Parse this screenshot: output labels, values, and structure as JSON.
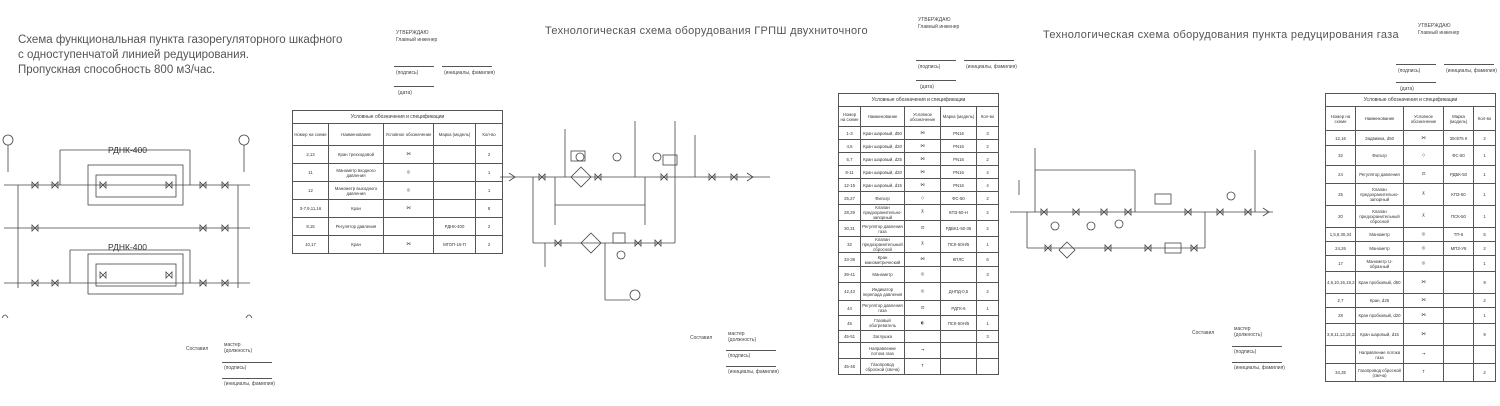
{
  "sheet1": {
    "title_lines": [
      "Схема функциональная пункта газорегуляторного шкафного",
      "с одноступенчатой линией редуцирования.",
      "Пропускная способность 800 м3/час."
    ],
    "regulator1_label": "РДНК-400",
    "regulator2_label": "РДНК-400",
    "approve": {
      "title": "УТВЕРЖДАЮ",
      "role": "Главный инженер",
      "sign": "(подпись)",
      "initials": "(инициалы, фамилия)",
      "date": "(дата)"
    },
    "legend_caption": "Условные обозначения и спецификации",
    "legend_headers": [
      "Номер на схеме",
      "Наименование",
      "Условное обозначение",
      "Марка (модель)",
      "Кол-во"
    ],
    "legend_rows": [
      {
        "num": "2,13",
        "name": "Кран трехходовой",
        "sym": "⋈",
        "model": "",
        "qty": "2"
      },
      {
        "num": "11",
        "name": "Манометр входного давления",
        "sym": "◎",
        "model": "",
        "qty": "1"
      },
      {
        "num": "12",
        "name": "Манометр выходного давления",
        "sym": "◎",
        "model": "",
        "qty": "1"
      },
      {
        "num": "3-7,9,11,16",
        "name": "Кран",
        "sym": "⋈",
        "model": "",
        "qty": "8"
      },
      {
        "num": "8,15",
        "name": "Регулятор давления",
        "sym": "",
        "model": "РДНК-400",
        "qty": "2"
      },
      {
        "num": "10,17",
        "name": "Кран",
        "sym": "⋈",
        "model": "МГОП-16-П",
        "qty": "2"
      }
    ],
    "signoff": {
      "composed": "Составил",
      "role": "мастер",
      "role_hint": "(должность)",
      "sign": "(подпись)",
      "initials": "(инициалы, фамилия)"
    }
  },
  "sheet2": {
    "title": "Технологическая схема оборудования ГРПШ двухниточного",
    "approve": {
      "title": "УТВЕРЖДАЮ",
      "role": "Главный инженер",
      "sign": "(подпись)",
      "initials": "(инициалы, фамилия)",
      "date": "(дата)"
    },
    "legend_caption": "Условные обозначения и спецификации",
    "legend_headers": [
      "Номер на схеме",
      "Наименование",
      "Условное обозначение",
      "Марка (модель)",
      "Кол-во"
    ],
    "legend_rows": [
      {
        "num": "1-3",
        "name": "Кран шаровый, d50",
        "sym": "⋈",
        "model": "PN16",
        "qty": "3"
      },
      {
        "num": "4,5",
        "name": "Кран шаровый, d20",
        "sym": "⋈",
        "model": "PN16",
        "qty": "2"
      },
      {
        "num": "6,7",
        "name": "Кран шаровый, d25",
        "sym": "⋈",
        "model": "PN16",
        "qty": "2"
      },
      {
        "num": "8-11",
        "name": "Кран шаровый, d20",
        "sym": "⋈",
        "model": "PN16",
        "qty": "4"
      },
      {
        "num": "12-15",
        "name": "Кран шаровый, d15",
        "sym": "⋈",
        "model": "PN16",
        "qty": "4"
      },
      {
        "num": "25,27",
        "name": "Фильтр",
        "sym": "◇",
        "model": "ФС-50",
        "qty": "2"
      },
      {
        "num": "28,29",
        "name": "Клапан предохранительно-запорный",
        "sym": "⊼",
        "model": "КПЗ-50-Н",
        "qty": "2"
      },
      {
        "num": "30,31",
        "name": "Регулятор давления газа",
        "sym": "⊡",
        "model": "РДБК1-50-35",
        "qty": "2"
      },
      {
        "num": "32",
        "name": "Клапан предохранительный сбросной",
        "sym": "⊼",
        "model": "ПСК-50Н/5",
        "qty": "1"
      },
      {
        "num": "33-38",
        "name": "Кран манометрический",
        "sym": "⋈",
        "model": "КПЛС",
        "qty": "6"
      },
      {
        "num": "39-41",
        "name": "Манометр",
        "sym": "◎",
        "model": "",
        "qty": "3"
      },
      {
        "num": "42,43",
        "name": "Индикатор перепада давления",
        "sym": "◎",
        "model": "ДНПД-0,5",
        "qty": "2"
      },
      {
        "num": "44",
        "name": "Регулятор давления газа",
        "sym": "⊡",
        "model": "РДГК-6",
        "qty": "1"
      },
      {
        "num": "45",
        "name": "Газовый обогреватель",
        "sym": "◐",
        "model": "ПСК-50Н/5",
        "qty": "1"
      },
      {
        "num": "45-51",
        "name": "Заглушка",
        "sym": "",
        "model": "",
        "qty": "3"
      },
      {
        "num": "",
        "name": "Направление потока газа",
        "sym": "→",
        "model": "",
        "qty": ""
      },
      {
        "num": "45-48",
        "name": "Газопровод сбросной (свеча)",
        "sym": "↑",
        "model": "",
        "qty": ""
      }
    ],
    "signoff": {
      "composed": "Составил",
      "role": "мастер",
      "role_hint": "(должность)",
      "sign": "(подпись)",
      "initials": "(инициалы, фамилия)"
    }
  },
  "sheet3": {
    "title": "Технологическая схема оборудования пункта редуцирования газа",
    "approve": {
      "title": "УТВЕРЖДАЮ",
      "role": "Главный инженер",
      "sign": "(подпись)",
      "initials": "(инициалы, фамилия)",
      "date": "(дата)"
    },
    "legend_caption": "Условные обозначения и спецификации",
    "legend_headers": [
      "Номер на схеме",
      "Наименование",
      "Условное обозначение",
      "Марка (модель)",
      "Кол-во"
    ],
    "legend_rows": [
      {
        "num": "12,16",
        "name": "Задвижка, d50",
        "sym": "⋈",
        "model": "30с975 К",
        "qty": "2"
      },
      {
        "num": "32",
        "name": "Фильтр",
        "sym": "◇",
        "model": "ФС-50",
        "qty": "1"
      },
      {
        "num": "24",
        "name": "Регулятор давления",
        "sym": "⊡",
        "model": "РДБК-50",
        "qty": "1"
      },
      {
        "num": "25",
        "name": "Клапан предохранительно-запорный",
        "sym": "⊼",
        "model": "КПЗ-50",
        "qty": "1"
      },
      {
        "num": "20",
        "name": "Клапан предохранительный сбросной",
        "sym": "⊼",
        "model": "ПСК-50",
        "qty": "1"
      },
      {
        "num": "1,5,9,30,34",
        "name": "Манометр",
        "sym": "◎",
        "model": "ТП-6",
        "qty": "5"
      },
      {
        "num": "24,26",
        "name": "Манометр",
        "sym": "◎",
        "model": "МПЗ-У8",
        "qty": "2"
      },
      {
        "num": "17",
        "name": "Манометр U-образный",
        "sym": "◎",
        "model": "",
        "qty": "1"
      },
      {
        "num": "4,6,10,15,19,21,23,29,33",
        "name": "Кран пробковый, d50",
        "sym": "⋈",
        "model": "",
        "qty": "9"
      },
      {
        "num": "2,7",
        "name": "Кран, d25",
        "sym": "⋈",
        "model": "",
        "qty": "2"
      },
      {
        "num": "28",
        "name": "Кран пробковый, d20",
        "sym": "⋈",
        "model": "",
        "qty": "1"
      },
      {
        "num": "3,8,11,13,18,22,27,32,33",
        "name": "Кран шаровый, d15",
        "sym": "⋈",
        "model": "",
        "qty": "9"
      },
      {
        "num": "",
        "name": "Направление потока газа",
        "sym": "→",
        "model": "",
        "qty": ""
      },
      {
        "num": "34,35",
        "name": "Газопровод сбросной (свеча)",
        "sym": "↑",
        "model": "",
        "qty": "2"
      }
    ],
    "signoff": {
      "composed": "Составил",
      "role": "мастер",
      "role_hint": "(должность)",
      "sign": "(подпись)",
      "initials": "(инициалы, фамилия)"
    }
  }
}
